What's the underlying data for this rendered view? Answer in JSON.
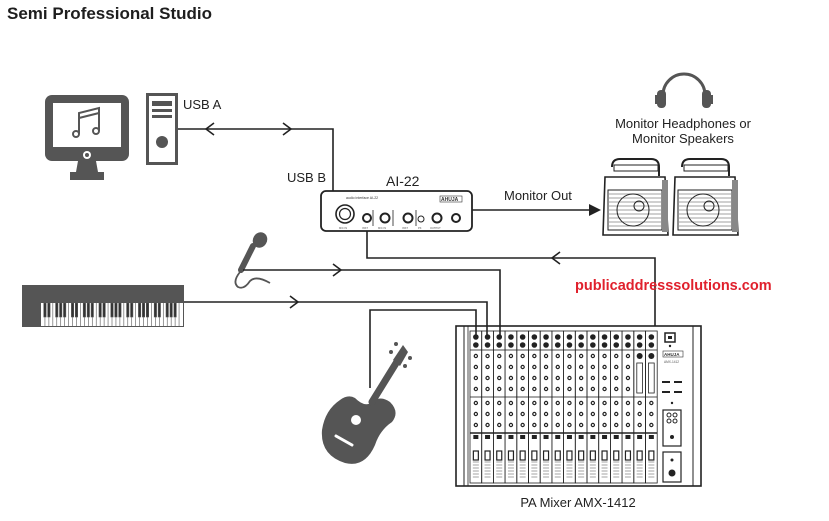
{
  "title": "Semi Professional Studio",
  "colors": {
    "icon_fill": "#555555",
    "line": "#222222",
    "watermark": "#e0202c"
  },
  "labels": {
    "usb_a": "USB A",
    "usb_b": "USB B",
    "interface": "AI-22",
    "monitor_out": "Monitor Out",
    "monitor_line1": "Monitor Headphones or",
    "monitor_line2": "Monitor Speakers",
    "watermark": "publicaddresssolutions.com",
    "mixer": "PA Mixer AMX-1412"
  },
  "devices": {
    "computer": {
      "icons": [
        "monitor-icon",
        "music-note-icon",
        "tower-pc-icon"
      ]
    },
    "interface": {
      "brand": "AHUJA",
      "model_small": "audio interface AI-22",
      "jack_labels": [
        "MIC IN",
        "INST",
        "MIC IN",
        "INST",
        "PK",
        "OUTPUT"
      ]
    },
    "headphones": {
      "icon": "headphones-icon"
    },
    "speakers": {
      "count": 2,
      "icon": "speaker-icon"
    },
    "microphone": {
      "icon": "microphone-icon"
    },
    "keyboard": {
      "icon": "keyboard-icon"
    },
    "guitar": {
      "icon": "guitar-icon"
    },
    "mixer": {
      "brand": "AHUJA",
      "model_small": "AMX-1412",
      "mono_channels": 14,
      "stereo_channels": 2
    }
  }
}
